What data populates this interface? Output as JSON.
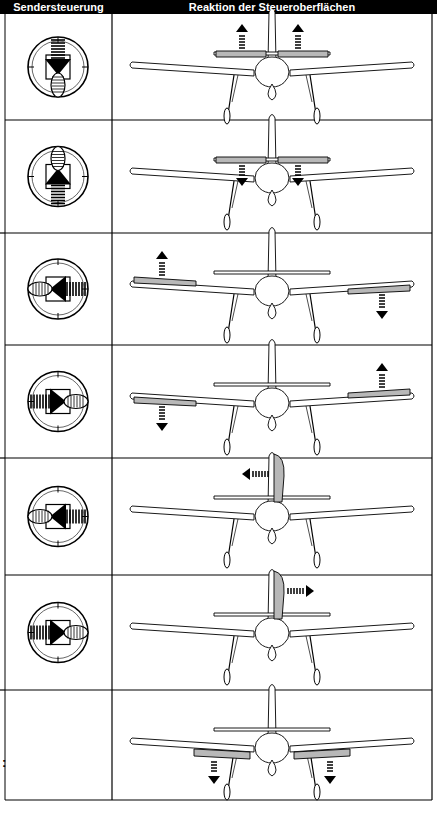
{
  "diagram": {
    "labels": [
      "Sendersteuerung",
      "Reaktion der Steueroberflächen",
      ":"
    ]
  }
}
